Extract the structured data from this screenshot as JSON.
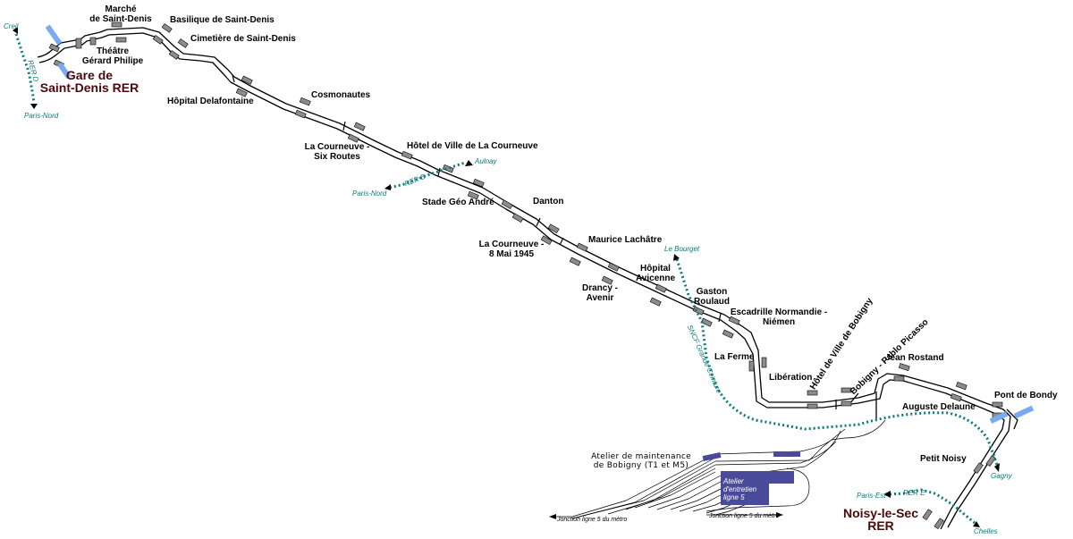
{
  "stations": {
    "gare_de_saint_denis_rer": "Gare de\nSaint-Denis RER",
    "theatre_gerard_philipe": "Théâtre\nGérard Philipe",
    "marche_de_saint_denis": "Marché\nde Saint-Denis",
    "basilique_de_saint_denis": "Basilique de Saint-Denis",
    "cimetiere_de_saint_denis": "Cimetière de Saint-Denis",
    "hopital_delafontaine": "Hôpital Delafontaine",
    "cosmonautes": "Cosmonautes",
    "la_courneuve_six_routes": "La Courneuve -\nSix Routes",
    "hotel_de_ville_de_la_courneuve": "Hôtel de Ville de La Courneuve",
    "stade_geo_andre": "Stade Géo André",
    "danton": "Danton",
    "la_courneuve_8_mai_1945": "La Courneuve -\n8 Mai 1945",
    "maurice_lachatre": "Maurice Lachâtre",
    "drancy_avenir": "Drancy -\nAvenir",
    "hopital_avicenne": "Hôpital\nAvicenne",
    "gaston_roulaud": "Gaston\nRoulaud",
    "escadrille_normandie_niemen": "Escadrille Normandie -\nNiémen",
    "la_ferme": "La Ferme",
    "liberation": "Libération",
    "hotel_de_ville_de_bobigny": "Hôtel de Ville de Bobigny",
    "bobigny_pablo_picasso": "Bobigny - Pablo Picasso",
    "jean_rostand": "Jean Rostand",
    "auguste_delaune": "Auguste Delaune",
    "pont_de_bondy": "Pont de Bondy",
    "petit_noisy": "Petit Noisy",
    "noisy_le_sec_rer": "Noisy-le-Sec\nRER"
  },
  "connections": {
    "creil": "Creil",
    "rer_d": "RER D",
    "paris_nord_1": "Paris-Nord",
    "aulnay": "Aulnay",
    "rer_b": "RER B",
    "paris_nord_2": "Paris-Nord",
    "le_bourget": "Le Bourget",
    "sncf_grande_ceinture": "SNCF Grande Ceinture",
    "gagny": "Gagny",
    "paris_est": "Paris-Est",
    "rer_e": "RER E",
    "chelles": "Chelles"
  },
  "depot": {
    "title": "Atelier de maintenance\nde Bobigny (T1 et M5)",
    "metro_workshop": "Atelier\nd'entretien\nligne 5",
    "junction_1": "Jonction ligne 5 du métro",
    "junction_2": "Jonction ligne 5 du métro"
  },
  "colors": {
    "track": "#000000",
    "platform": "#8c8c8c",
    "rer_connection": "#0b7a7a",
    "rer_station_text": "#4a0a0a",
    "rer_platform": "#7aaaf0",
    "depot_building": "#4a4a9a"
  }
}
